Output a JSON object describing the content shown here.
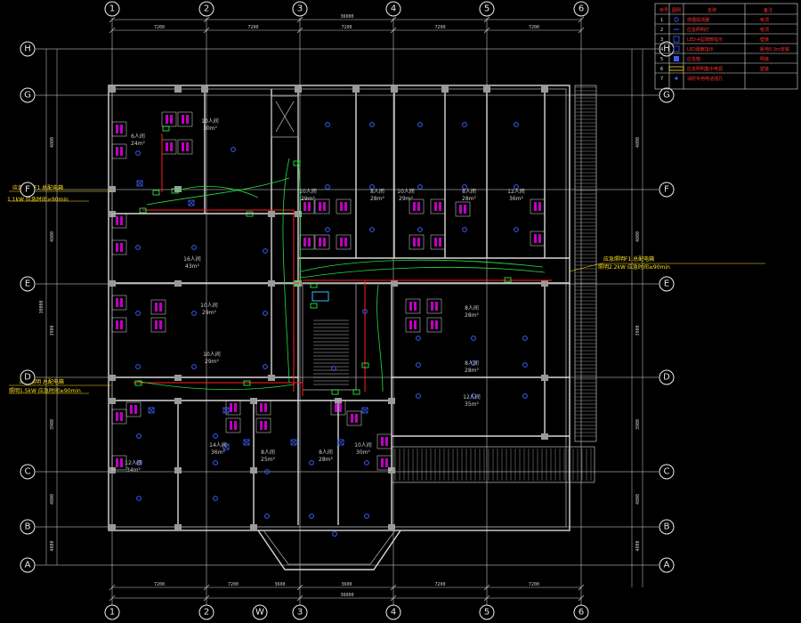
{
  "grid_columns": [
    "1",
    "2",
    "3",
    "4",
    "5",
    "6"
  ],
  "grid_rows": [
    "H",
    "G",
    "F",
    "E",
    "D",
    "C",
    "B",
    "A"
  ],
  "extra_column_bubble": "W",
  "dimensions": {
    "top_total": "36000",
    "bottom_total": "36000",
    "top_segments": [
      "7200",
      "7200",
      "7200",
      "7200",
      "7200"
    ],
    "bottom_segments": [
      "7200",
      "7200",
      "3600",
      "3600",
      "7200",
      "7200"
    ],
    "left_segments": [
      "4800",
      "4800",
      "3900",
      "3900",
      "4800",
      "4800"
    ],
    "left_total": "30000"
  },
  "rooms": [
    {
      "label": "6人间",
      "area": "24m²"
    },
    {
      "label": "10人间",
      "area": "30m²"
    },
    {
      "label": "10人间",
      "area": "29m²"
    },
    {
      "label": "8人间",
      "area": "28m²"
    },
    {
      "label": "10人间",
      "area": "29m²"
    },
    {
      "label": "8人间",
      "area": "28m²"
    },
    {
      "label": "12人间",
      "area": "36m²"
    },
    {
      "label": "16人间",
      "area": "43m²"
    },
    {
      "label": "10人间",
      "area": "29m²"
    },
    {
      "label": "8人间",
      "area": "28m²"
    },
    {
      "label": "10人间",
      "area": "29m²"
    },
    {
      "label": "8人间",
      "area": "28m²"
    },
    {
      "label": "12人间",
      "area": "35m²"
    },
    {
      "label": "14人间",
      "area": "36m²"
    },
    {
      "label": "8人间",
      "area": "25m²"
    },
    {
      "label": "8人间",
      "area": "28m²"
    },
    {
      "label": "10人间",
      "area": "30m²"
    },
    {
      "label": "12人间",
      "area": "34m²"
    }
  ],
  "annotations": [
    "应急照明F1 总配电箱",
    "1.1kW 应急时间≥90min",
    "应急照明F1 总配电箱",
    "照明2.2kW 应急时间≥90min",
    "应急照明 总配电箱",
    "照明1.5kW 应急时间≥90min"
  ],
  "legend": {
    "headers": [
      "序号",
      "图例",
      "名称",
      "备注"
    ],
    "rows": [
      {
        "no": "1",
        "name": "感烟探测器",
        "note": "吸顶"
      },
      {
        "no": "2",
        "name": "应急照明灯",
        "note": "吸顶"
      },
      {
        "no": "3",
        "name": "LED-A型疏散指示",
        "note": "壁装"
      },
      {
        "no": "4",
        "name": "LED疏散指示",
        "note": "距地0.3m安装"
      },
      {
        "no": "5",
        "name": "应急箱",
        "note": "明装"
      },
      {
        "no": "6",
        "name": "应急照明集中电源",
        "note": "壁装"
      },
      {
        "no": "7",
        "name": "消防专用电话插孔",
        "note": ""
      }
    ]
  }
}
